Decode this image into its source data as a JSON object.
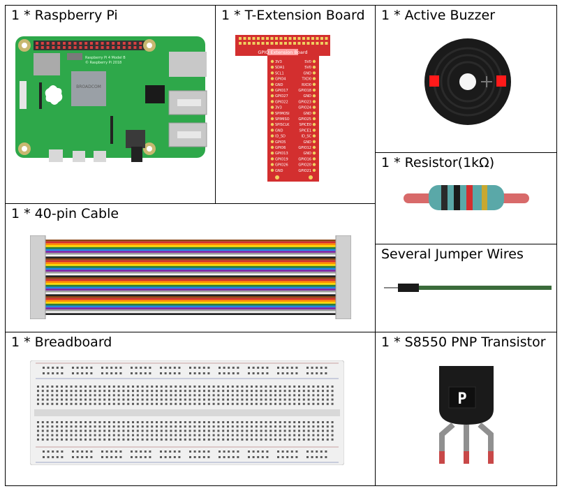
{
  "components": [
    {
      "key": "raspberry_pi",
      "label": "1 * Raspberry Pi"
    },
    {
      "key": "t_board",
      "label": "1 * T-Extension Board"
    },
    {
      "key": "buzzer",
      "label": "1 * Active Buzzer"
    },
    {
      "key": "resistor",
      "label": "1 * Resistor(1kΩ)"
    },
    {
      "key": "cable",
      "label": "1 * 40-pin Cable"
    },
    {
      "key": "jumper",
      "label": "Several Jumper Wires"
    },
    {
      "key": "breadboard",
      "label": "1 * Breadboard"
    },
    {
      "key": "transistor",
      "label": "1 * S8550 PNP Transistor"
    }
  ],
  "pi_board": {
    "chip_text": "BROADCOM",
    "model_text": "Raspberry Pi 4 Model B",
    "copyright_text": "© Raspberry Pi 2018"
  },
  "t_board": {
    "title": "GPIO Extension Board",
    "left_pins": [
      "3V3",
      "SDA1",
      "SCL1",
      "GPIO4",
      "GND",
      "GPIO17",
      "GPIO27",
      "GPIO22",
      "3V3",
      "SPIMOSI",
      "SPIMISO",
      "SPISCLK",
      "GND",
      "ID_SD",
      "GPIO5",
      "GPIO6",
      "GPIO13",
      "GPIO19",
      "GPIO26",
      "GND"
    ],
    "right_pins": [
      "5V0",
      "5V0",
      "GND",
      "TXD0",
      "RXD0",
      "GPIO18",
      "GND",
      "GPIO23",
      "GPIO24",
      "GND",
      "GPIO25",
      "SPICE0",
      "SPICE1",
      "ID_SC",
      "GND",
      "GPIO12",
      "GND",
      "GPIO16",
      "GPIO20",
      "GPIO21"
    ]
  },
  "cable_colors": [
    "#8b4513",
    "#d32f2f",
    "#ff8c00",
    "#ffd600",
    "#2e7d32",
    "#1e88e5",
    "#7b1fa2",
    "#9e9e9e",
    "#f5f5f5",
    "#212121"
  ],
  "transistor_mark": "P"
}
